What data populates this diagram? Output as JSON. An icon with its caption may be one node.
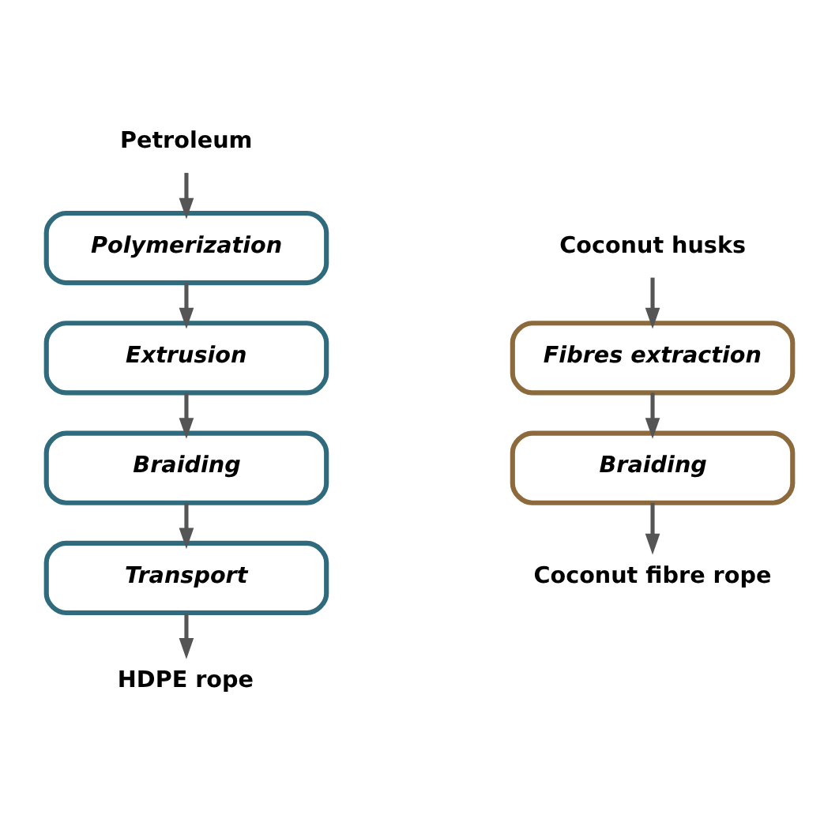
{
  "diagram": {
    "nodes": [
      {
        "text": [
          "Petroleum"
        ]
      },
      {
        "text": [
          "Polymerization"
        ]
      },
      {
        "text": [
          "Extrusion"
        ]
      },
      {
        "text": [
          "Braiding"
        ]
      },
      {
        "text": [
          "Transport"
        ]
      },
      {
        "text": [
          "HDPE rope"
        ]
      },
      {
        "text": [
          "Coconut husks"
        ]
      },
      {
        "text": [
          "Fibres extraction"
        ]
      },
      {
        "text": [
          "Braiding"
        ]
      },
      {
        "text": [
          "Coconut fibre rope"
        ]
      }
    ],
    "edges": [
      {
        "from": 0,
        "to": 1,
        "arrow": "to"
      },
      {
        "from": 1,
        "to": 2,
        "arrow": "to"
      },
      {
        "from": 2,
        "to": 3,
        "arrow": "to"
      },
      {
        "from": 3,
        "to": 4,
        "arrow": "to"
      },
      {
        "from": 4,
        "to": 5,
        "arrow": "to"
      },
      {
        "from": 6,
        "to": 7,
        "arrow": "to"
      },
      {
        "from": 7,
        "to": 8,
        "arrow": "to"
      },
      {
        "from": 8,
        "to": 9,
        "arrow": "to"
      }
    ]
  }
}
